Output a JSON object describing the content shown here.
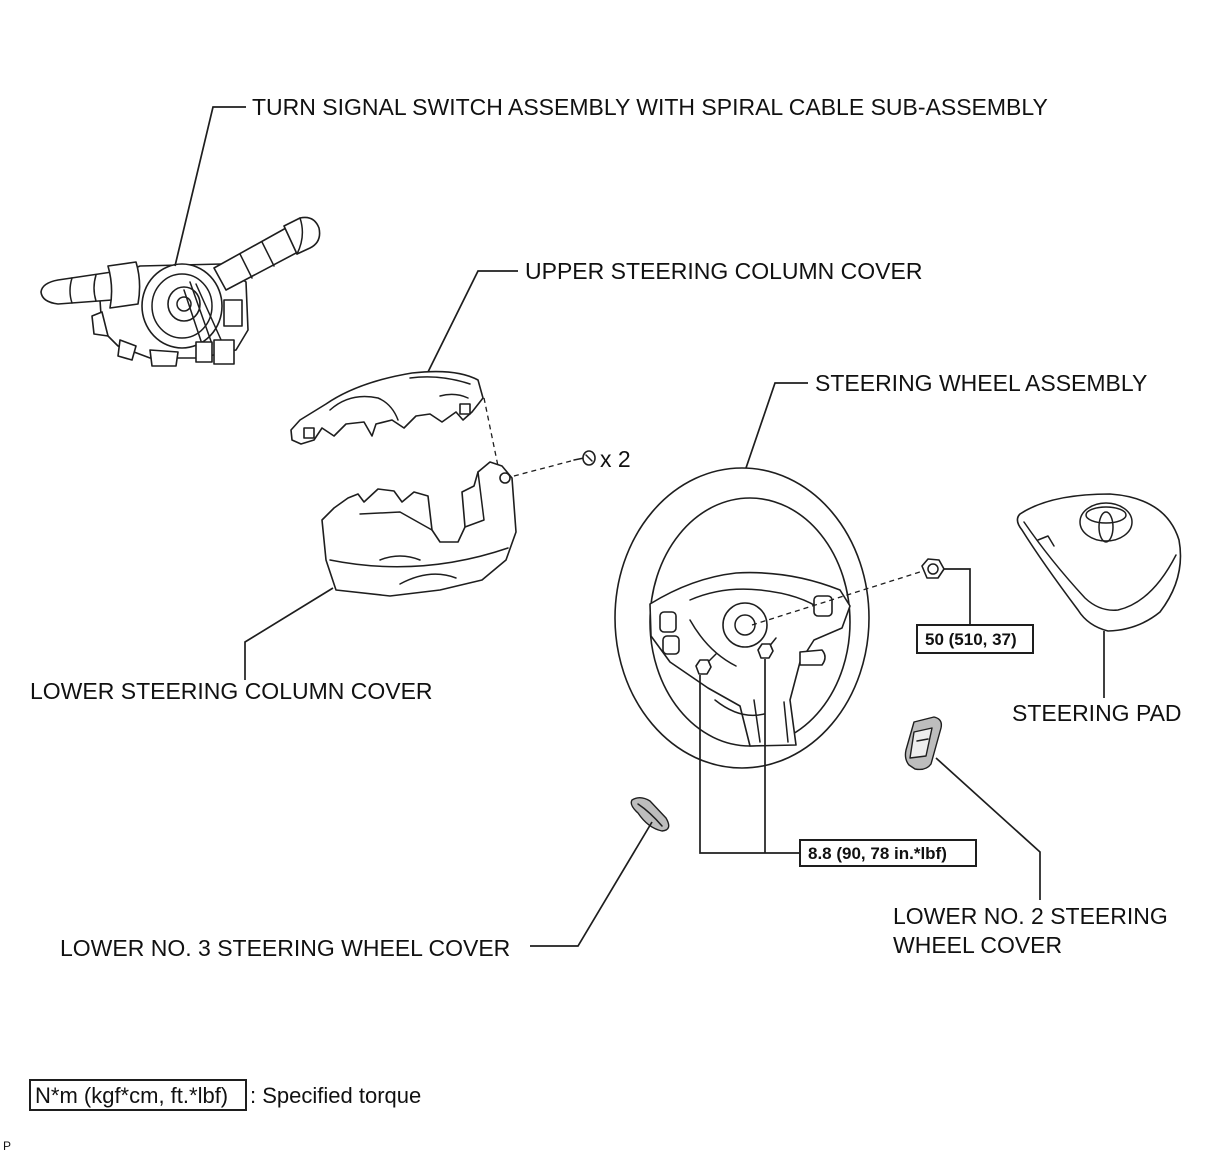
{
  "labels": {
    "turn_signal_switch": "TURN SIGNAL SWITCH ASSEMBLY WITH SPIRAL CABLE SUB-ASSEMBLY",
    "upper_column_cover": "UPPER STEERING COLUMN COVER",
    "steering_wheel": "STEERING WHEEL ASSEMBLY",
    "lower_column_cover": "LOWER STEERING COLUMN COVER",
    "steering_pad": "STEERING PAD",
    "lower_no2_cover_line1": "LOWER NO. 2 STEERING",
    "lower_no2_cover_line2": "WHEEL COVER",
    "lower_no3_cover": "LOWER NO. 3 STEERING WHEEL COVER"
  },
  "quantities": {
    "screw_count": "x 2"
  },
  "torques": {
    "nut": "50 (510, 37)",
    "bolts": "8.8 (90, 78 in.*lbf)"
  },
  "legend": {
    "unit_box": "N*m (kgf*cm, ft.*lbf)",
    "description": ": Specified torque"
  },
  "corner_mark": "P",
  "colors": {
    "line": "#1e1e1e",
    "background": "#ffffff"
  }
}
